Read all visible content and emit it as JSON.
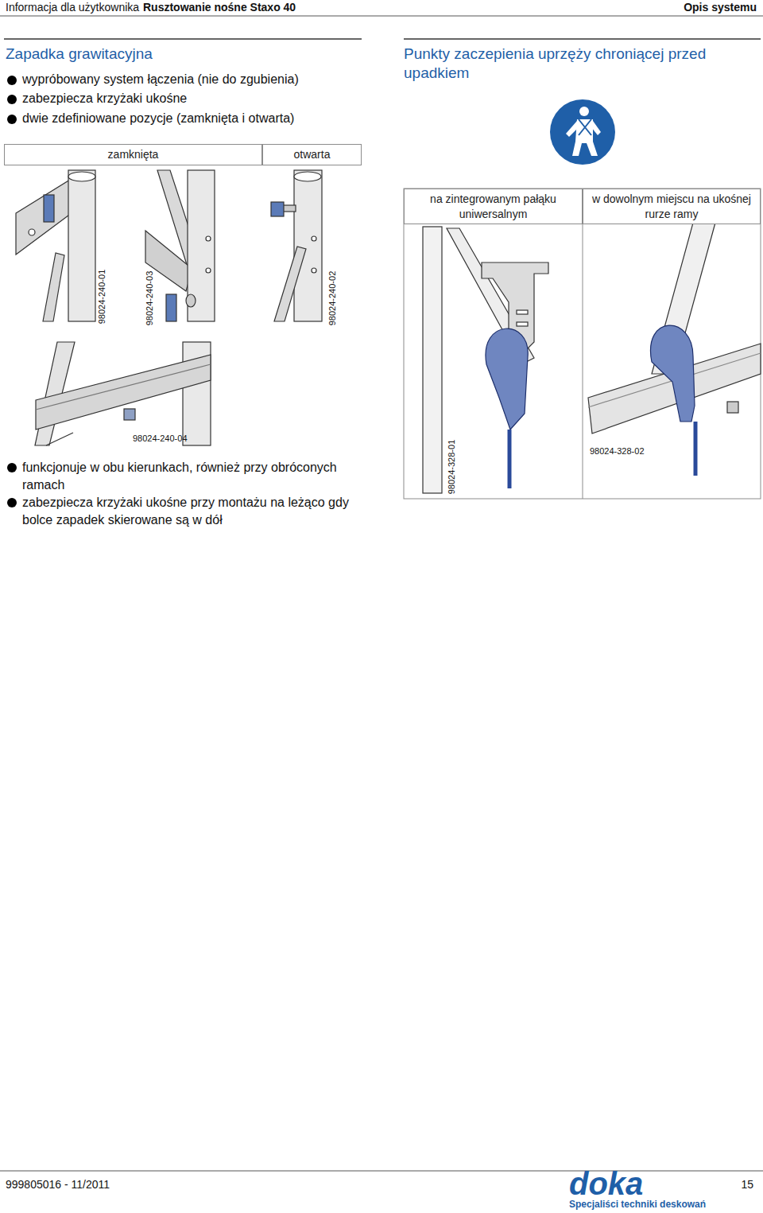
{
  "diagram": {
    "nodes": [
      {
        "text": [
          "zamknięta"
        ]
      },
      {
        "text": [
          "otwarta"
        ]
      },
      {
        "text": [
          "na zintegrowanym pałąku uniwersalnym"
        ]
      },
      {
        "text": [
          "w dowolnym miejscu na ukośnej rurze ramy"
        ]
      }
    ],
    "labels": [
      "Informacja dla użytkownika",
      "Rusztowanie nośne Staxo 40",
      "Opis systemu",
      "Zapadka grawitacyjna",
      "wypróbowany system łączenia (nie do zgubienia)",
      "zabezpiecza krzyżaki ukośne",
      "dwie zdefiniowane pozycje (zamknięta i otwarta)",
      "Punkty zaczepienia uprzęży chroniącej przed upadkiem",
      "98024-240-01",
      "98024-240-03",
      "98024-240-02",
      "98024-240-04",
      "funkcjonuje w obu kierunkach, również przy obróconych ramach",
      "zabezpiecza krzyżaki ukośne przy montażu na leżąco gdy bolce zapadek skierowane są w dół",
      "98024-328-01",
      "98024-328-02",
      "999805016 - 11/2011",
      "15",
      "doka",
      "Specjaliści techniki deskowań"
    ]
  }
}
